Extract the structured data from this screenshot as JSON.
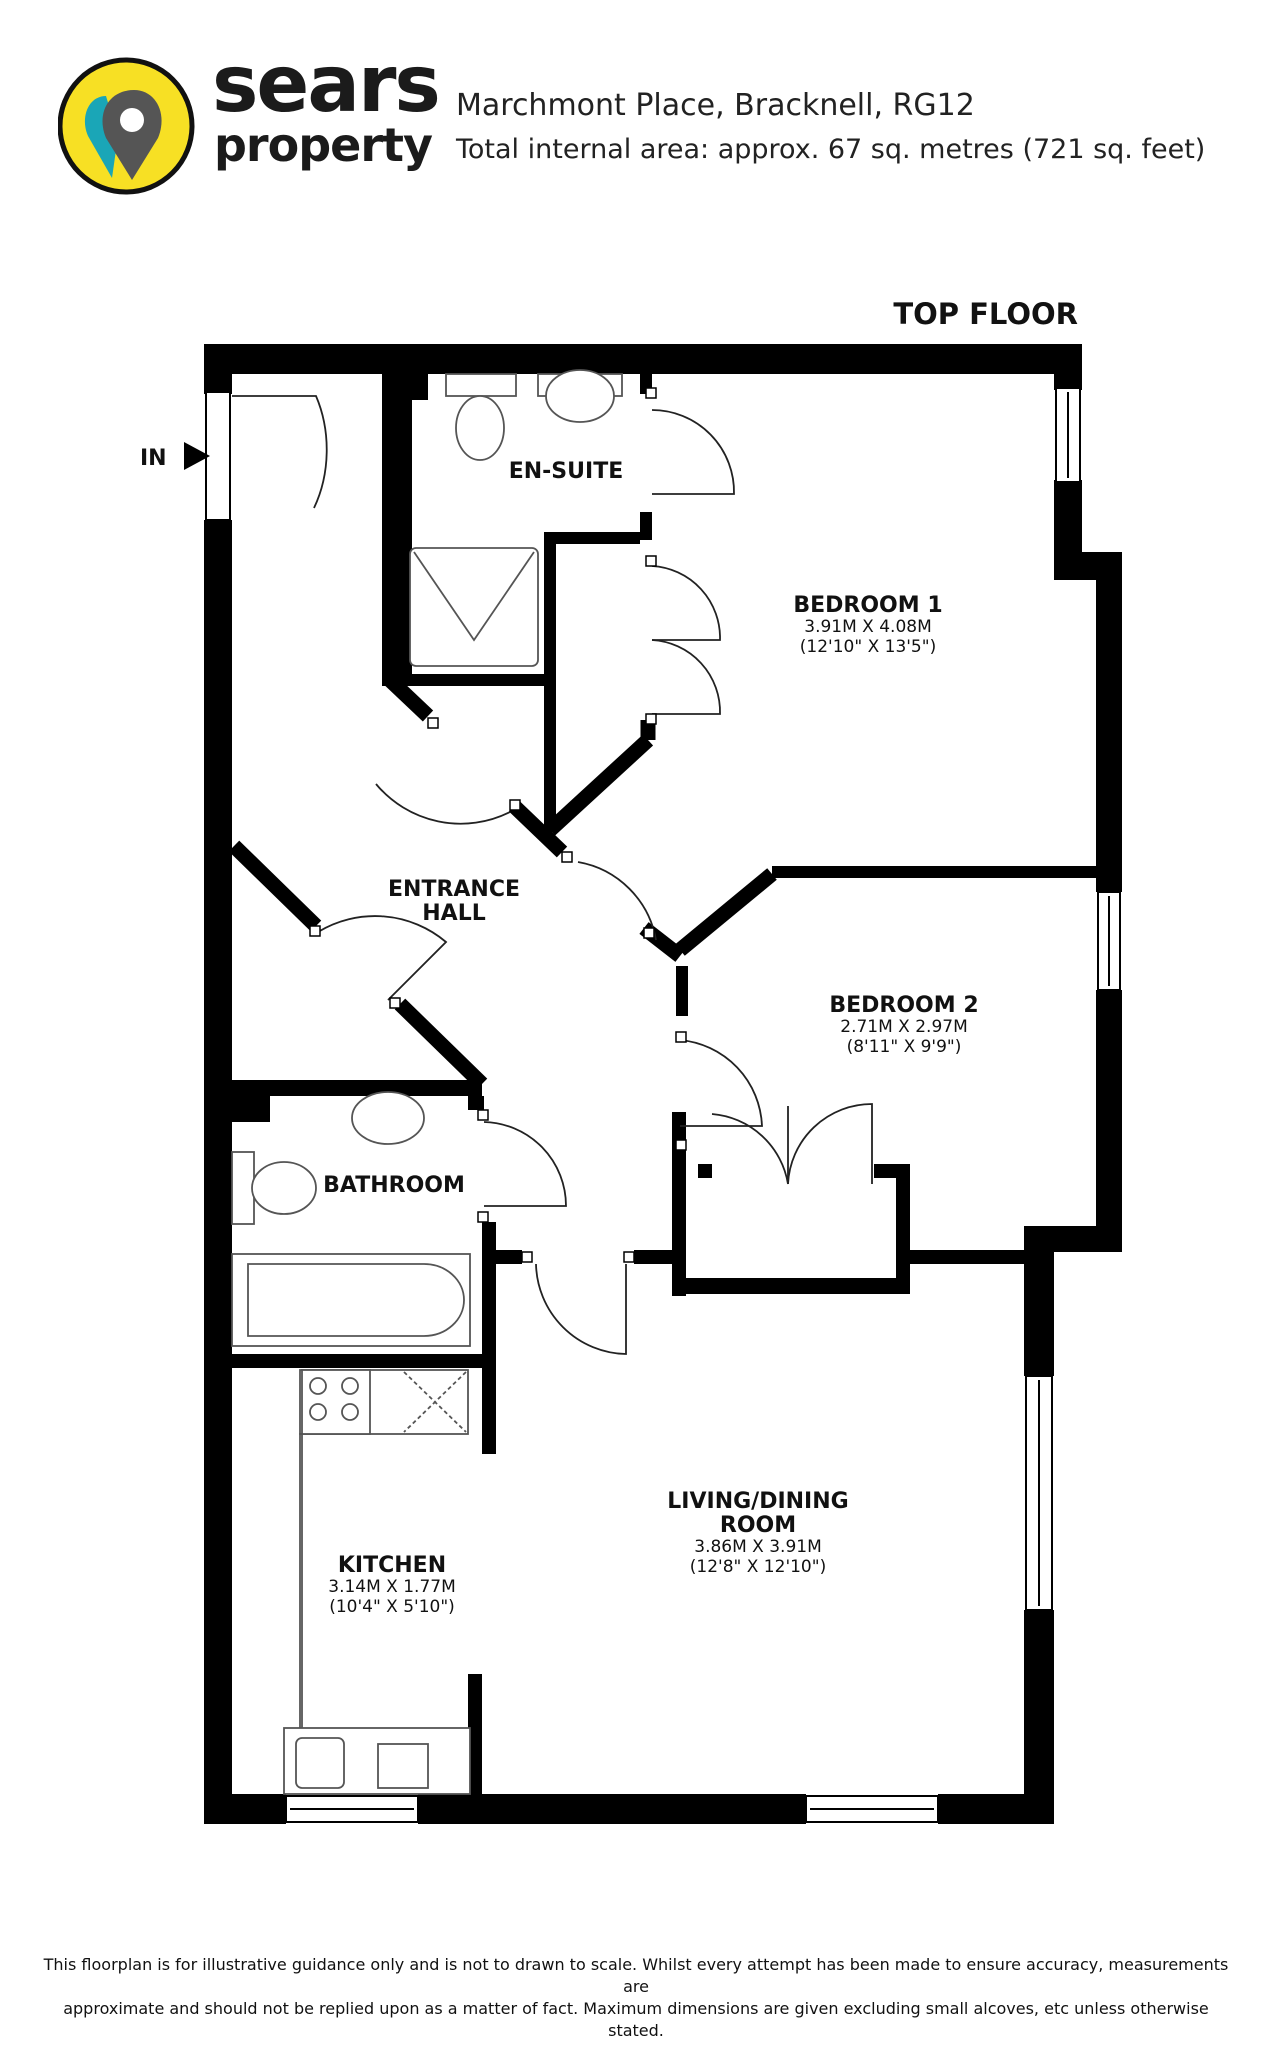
{
  "brand": {
    "name_line1": "sears",
    "name_line2": "property",
    "colors": {
      "yellow": "#F7E024",
      "teal": "#1AA6B7",
      "grey": "#555555",
      "dark": "#1b1b1b"
    }
  },
  "property": {
    "address": "Marchmont Place, Bracknell, RG12",
    "area": "Total internal area: approx. 67 sq. metres (721 sq. feet)"
  },
  "floor_label": "TOP FLOOR",
  "entrance_label": "IN",
  "rooms": {
    "ensuite": {
      "name": "EN-SUITE"
    },
    "bedroom1": {
      "name": "BEDROOM 1",
      "dim_m": "3.91M X 4.08M",
      "dim_ft": "(12'10\" X 13'5\")"
    },
    "entrance_hall": {
      "name_line1": "ENTRANCE",
      "name_line2": "HALL"
    },
    "bedroom2": {
      "name": "BEDROOM 2",
      "dim_m": "2.71M X 2.97M",
      "dim_ft": "(8'11\" X 9'9\")"
    },
    "bathroom": {
      "name": "BATHROOM"
    },
    "living": {
      "name_line1": "LIVING/DINING",
      "name_line2": "ROOM",
      "dim_m": "3.86M X 3.91M",
      "dim_ft": "(12'8\" X 12'10\")"
    },
    "kitchen": {
      "name": "KITCHEN",
      "dim_m": "3.14M X 1.77M",
      "dim_ft": "(10'4\" X 5'10\")"
    }
  },
  "disclaimer": {
    "line1": "This floorplan is for illustrative guidance only and is not to drawn to scale. Whilst every attempt has been made to ensure accuracy, measurements are",
    "line2": "approximate and should not be replied upon as a matter of fact. Maximum dimensions are given excluding small alcoves, etc unless otherwise stated."
  }
}
